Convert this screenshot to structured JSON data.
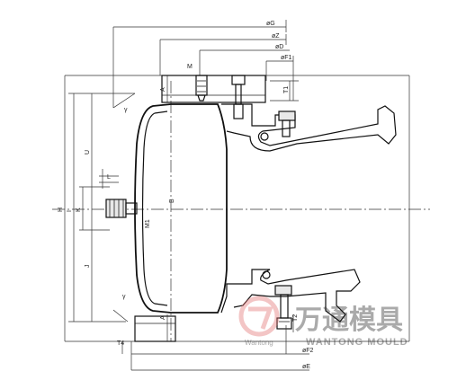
{
  "dimensions": {
    "top": [
      "øG",
      "øZ",
      "øD",
      "øF1",
      "M",
      "A",
      "T1"
    ],
    "left": [
      "H",
      "I",
      "U",
      "J",
      "K",
      "L"
    ],
    "angles": [
      "γ",
      "γ"
    ],
    "center": [
      "M1",
      "B"
    ],
    "bottom": [
      "A",
      "T2",
      "T4",
      "øF2",
      "øE"
    ]
  },
  "watermark": {
    "cn": "万通模具",
    "en": "WANTONG MOULD",
    "small": "Wantong"
  },
  "colors": {
    "line": "#111111",
    "watermark": "#e06a6a"
  }
}
